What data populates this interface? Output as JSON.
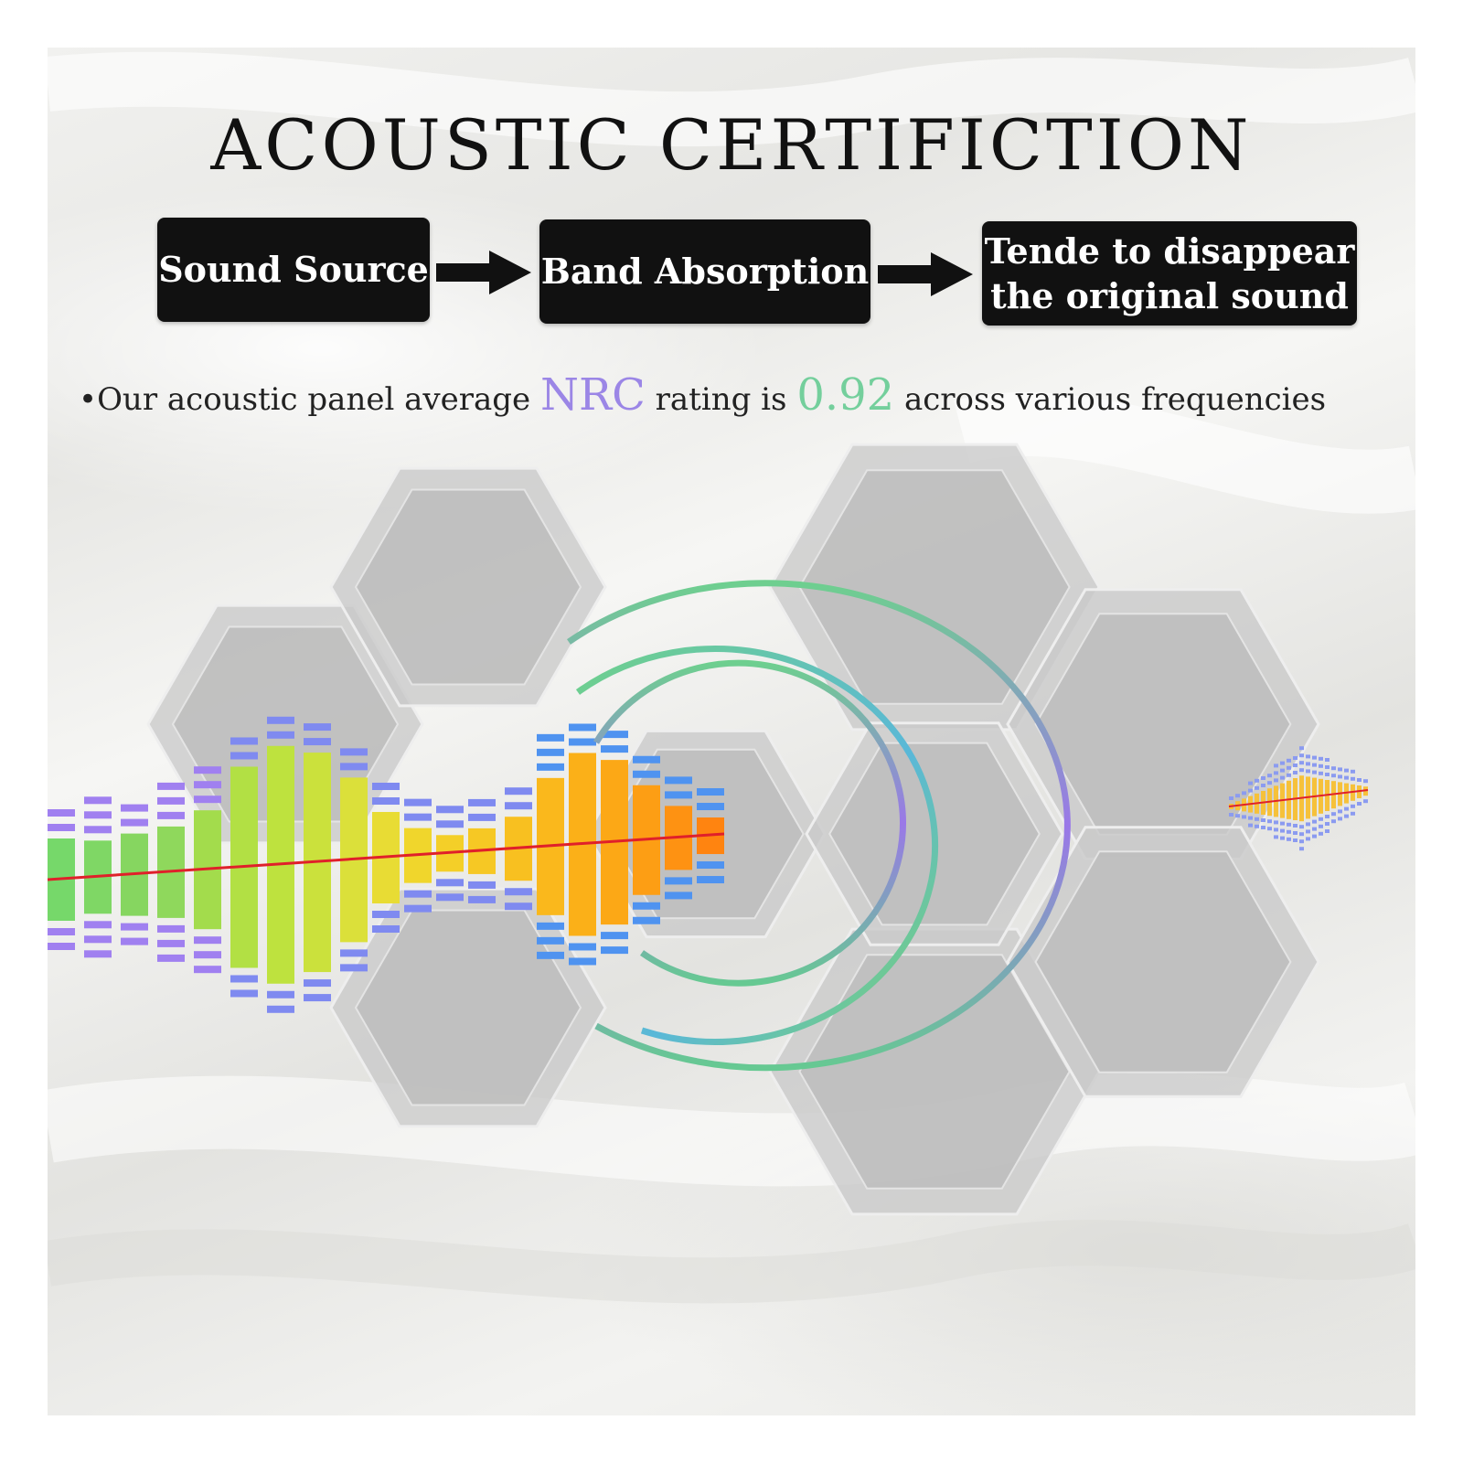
{
  "title": "ACOUSTIC CERTIFICTION",
  "flow": {
    "step1": "Sound Source",
    "step2": "Band Absorption",
    "step3_line1": "Tende to disappear",
    "step3_line2": "the original sound"
  },
  "nrc_statement": {
    "bullet": "•",
    "before": "Our acoustic panel average ",
    "nrc_label": "NRC",
    "middle": " rating is ",
    "value": "0.92",
    "after": " across various frequencies"
  },
  "colors": {
    "nrc_label": "#9b86e6",
    "value": "#74cf9c",
    "panel": "#c4c4c4",
    "signal_line": "#e0202a",
    "step_box": "#111111"
  },
  "icons": [
    "right-arrow-icon",
    "right-arrow-icon",
    "hexagon-panel-icon",
    "sound-wave-icon"
  ]
}
